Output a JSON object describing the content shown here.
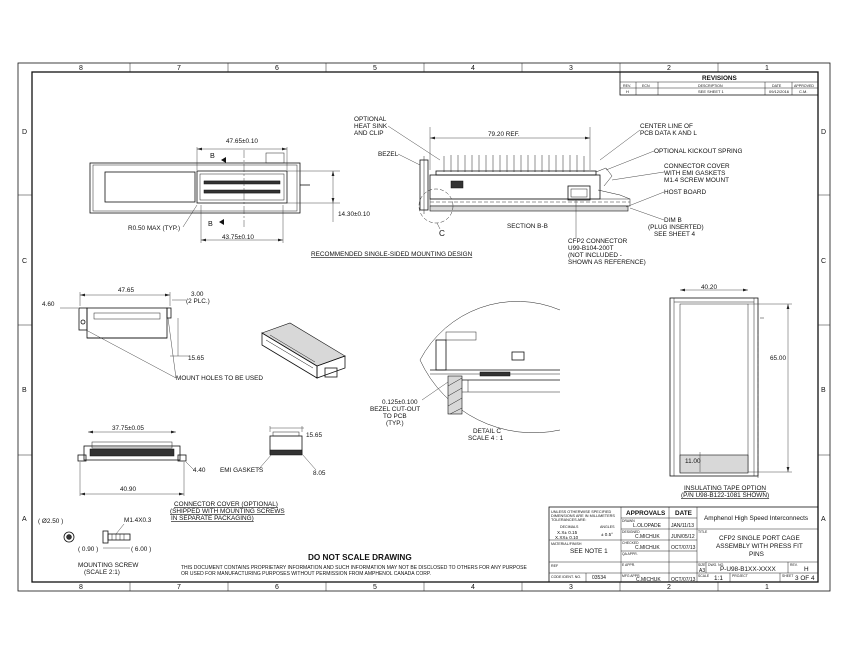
{
  "zones": {
    "columns": [
      "8",
      "7",
      "6",
      "5",
      "4",
      "3",
      "2",
      "1"
    ],
    "rows": [
      "D",
      "C",
      "B",
      "A"
    ]
  },
  "revisions": {
    "title": "REVISIONS",
    "headers": [
      "REV.",
      "ECN",
      "DESCRIPTION",
      "DATE",
      "APPROVED"
    ],
    "row": [
      "H",
      "",
      "SEE SHEET 1",
      "09/12/2016",
      "C.M."
    ]
  },
  "top_view": {
    "dim_width_top": "47.65±0.10",
    "dim_width_bottom": "43.75±0.10",
    "dim_height": "14.30±0.10",
    "radius_note": "R0.50 MAX (TYP.)",
    "section_mark": "B",
    "caption": "RECOMMENDED SINGLE-SIDED MOUNTING DESIGN"
  },
  "section_view": {
    "callouts": {
      "heat_sink": "OPTIONAL HEAT SINK AND CLIP",
      "bezel": "BEZEL",
      "center_line": "CENTER LINE OF PCB DATA K AND L",
      "kickout": "OPTIONAL KICKOUT SPRING",
      "connector_cover": "CONNECTOR COVER WITH EMI GASKETS M1.4 SCREW MOUNT",
      "host_board": "HOST BOARD",
      "dim_b": "DIM B (PLUG INSERTED) SEE SHEET 4",
      "cfp2_connector": "CFP2 CONNECTOR U99-B104-200T (NOT INCLUDED - SHOWN AS REFERENCE)"
    },
    "dim_ref": "79.20 REF.",
    "detail_mark": "C",
    "caption": "SECTION B-B"
  },
  "mount_view": {
    "dim_width": "47.65",
    "dim_left": "4.60",
    "dim_hole": "3.00 (2 PLC.)",
    "dim_depth": "15.65",
    "callout": "MOUNT HOLES TO BE USED"
  },
  "detail_view": {
    "callout": "0.125±0.100 BEZEL CUT-OUT TO PCB (TYP.)",
    "caption": "DETAIL C",
    "scale": "SCALE 4 : 1"
  },
  "tape_view": {
    "dim_width": "40.20",
    "dim_height": "65.00",
    "dim_tab": "11.00",
    "caption": "INSULATING TAPE OPTION",
    "caption2": "(P/N U98-B122-1081 SHOWN)"
  },
  "cover_view": {
    "dim_width_top": "37.75±0.05",
    "dim_width_bottom": "40.90",
    "dim_height": "4.40",
    "dim_side_w": "15.65",
    "dim_side_h": "8.05",
    "callout": "EMI GASKETS",
    "caption": "CONNECTOR COVER (OPTIONAL)",
    "caption2": "(SHIPPED WITH MOUNTING SCREWS",
    "caption3": "IN SEPARATE PACKAGING)"
  },
  "screw_view": {
    "dim_dia": "( Ø2.50 )",
    "thread": "M1.4X0.3",
    "dim_head": "( 0.90 )",
    "dim_len": "( 6.00 )",
    "caption": "MOUNTING SCREW",
    "scale": "(SCALE 2:1)"
  },
  "notes": {
    "do_not_scale": "DO NOT SCALE DRAWING",
    "proprietary_1": "THIS DOCUMENT CONTAINS PROPRIETARY INFORMATION AND SUCH INFORMATION MAY NOT BE DISCLOSED TO OTHERS FOR ANY PURPOSE",
    "proprietary_2": "OR USED FOR MANUFACTURING PURPOSES WITHOUT PERMISSION FROM AMPHENOL CANADA CORP."
  },
  "title_block": {
    "tol_1": "UNLESS OTHERWISE SPECIFIED",
    "tol_2": "DIMENSIONS ARE IN MILLIMETERS",
    "tol_3": "TOLERANCES ARE:",
    "decimals_label": "DECIMALS",
    "angles_label": "ANGLES",
    "tol_x": "X.X± 0.15",
    "tol_xx": "X.XX± 0.10",
    "tol_ang": "± 0.5°",
    "material_label": "MATERIAL/FINISH",
    "material_value": "SEE NOTE 1",
    "ref_label": "REF",
    "code_label": "CODE IDENT. NO.",
    "code_value": "03534",
    "approvals": "APPROVALS",
    "date": "DATE",
    "drawn_label": "DRAWN",
    "drawn_name": "L.OLOPADE",
    "drawn_date": "JAN/11/13",
    "designed_label": "DESIGNED",
    "designed_name": "C.MICHUK",
    "designed_date": "JUN/05/12",
    "checked_label": "CHECKED",
    "checked_name": "C.MICHUK",
    "checked_date": "OCT/07/13",
    "qa_label": "QA APPR.",
    "eappr_label": "E APPR.",
    "mfg_label": "MFG APPR.",
    "mfg_name": "C.MICHUK",
    "mfg_date": "OCT/07/13",
    "company": "Amphenol High Speed Interconnects",
    "title_label": "TITLE",
    "title_1": "CFP2 SINGLE PORT CAGE",
    "title_2": "ASSEMBLY WITH PRESS FIT",
    "title_3": "PINS",
    "size_label": "SIZE",
    "size_value": "A3",
    "dwg_label": "DWG. NO.",
    "dwg_value": "P-U98-B1XX-XXXX",
    "rev_label": "REV.",
    "rev_value": "H",
    "scale_label": "SCALE",
    "scale_value": "1:1",
    "project_label": "PROJECT",
    "sheet_label": "SHEET",
    "sheet_value": "3 OF 4"
  }
}
